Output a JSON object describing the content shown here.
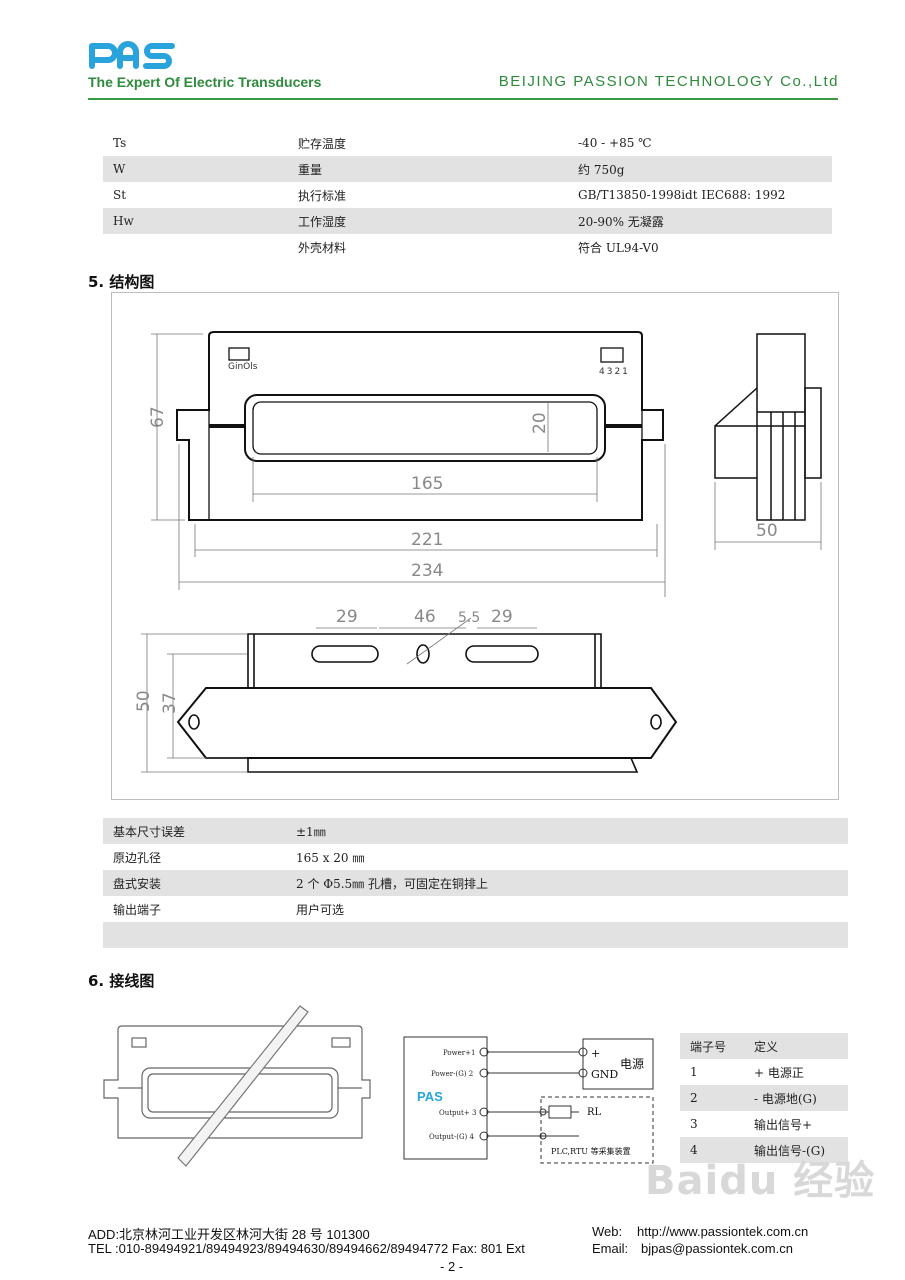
{
  "header": {
    "logo_text": "PAS",
    "tagline": "The Expert Of Electric Transducers",
    "company": "BEIJING PASSION TECHNOLOGY Co.,Ltd",
    "brand_color": "#2e8b3d"
  },
  "spec_table": {
    "rows": [
      {
        "symbol": "Ts",
        "name": "贮存温度",
        "value": "-40 - +85 ℃"
      },
      {
        "symbol": "W",
        "name": "重量",
        "value": "约 750g"
      },
      {
        "symbol": "St",
        "name": "执行标准",
        "value": "GB/T13850-1998idt IEC688: 1992"
      },
      {
        "symbol": "Hw",
        "name": "工作湿度",
        "value": "20-90% 无凝露"
      },
      {
        "symbol": "",
        "name": "外壳材料",
        "value": "符合 UL94-V0"
      }
    ]
  },
  "section5": {
    "title": "5.  结构图"
  },
  "drawing": {
    "label_ginols": "GinOls",
    "label_pins": "4321",
    "dim_67": "67",
    "dim_20": "20",
    "dim_165": "165",
    "dim_221": "221",
    "dim_234": "234",
    "dim_50_side": "50",
    "dim_29a": "29",
    "dim_46": "46",
    "dim_55": "5.5",
    "dim_29b": "29",
    "dim_50": "50",
    "dim_37": "37"
  },
  "dims_table": {
    "rows": [
      {
        "name": "基本尺寸误差",
        "value": "±1㎜"
      },
      {
        "name": "原边孔径",
        "value": "165 x 20 ㎜"
      },
      {
        "name": "盘式安装",
        "value": "2 个 Φ5.5㎜ 孔槽，可固定在铜排上"
      },
      {
        "name": "输出端子",
        "value": "用户可选"
      },
      {
        "name": "",
        "value": ""
      }
    ]
  },
  "section6": {
    "title": "6.  接线图"
  },
  "wiring": {
    "pin1": "Power+1",
    "pin2": "Power-(G) 2",
    "pin3": "Output+ 3",
    "pin4": "Output-(G) 4",
    "logo": "PAS",
    "plus": "+",
    "gnd": "GND",
    "supply": "电源",
    "rl": "RL",
    "plc": "PLC,RTU 等采集装置"
  },
  "terminal_table": {
    "header": {
      "num": "端子号",
      "def": "定义"
    },
    "rows": [
      {
        "num": "1",
        "def": "+ 电源正"
      },
      {
        "num": "2",
        "def": "- 电源地(G)"
      },
      {
        "num": "3",
        "def": "输出信号+"
      },
      {
        "num": "4",
        "def": "输出信号-(G)"
      }
    ]
  },
  "footer": {
    "addr": "ADD:北京林河工业开发区林河大街 28 号      101300",
    "tel": "TEL :010-89494921/89494923/89494630/89494662/89494772    Fax: 801 Ext",
    "web_label": "Web:",
    "web": "http://www.passiontek.com.cn",
    "email_label": "Email:",
    "email": "bjpas@passiontek.com.cn",
    "page": "- 2 -"
  },
  "watermark": "Baidu 经验"
}
